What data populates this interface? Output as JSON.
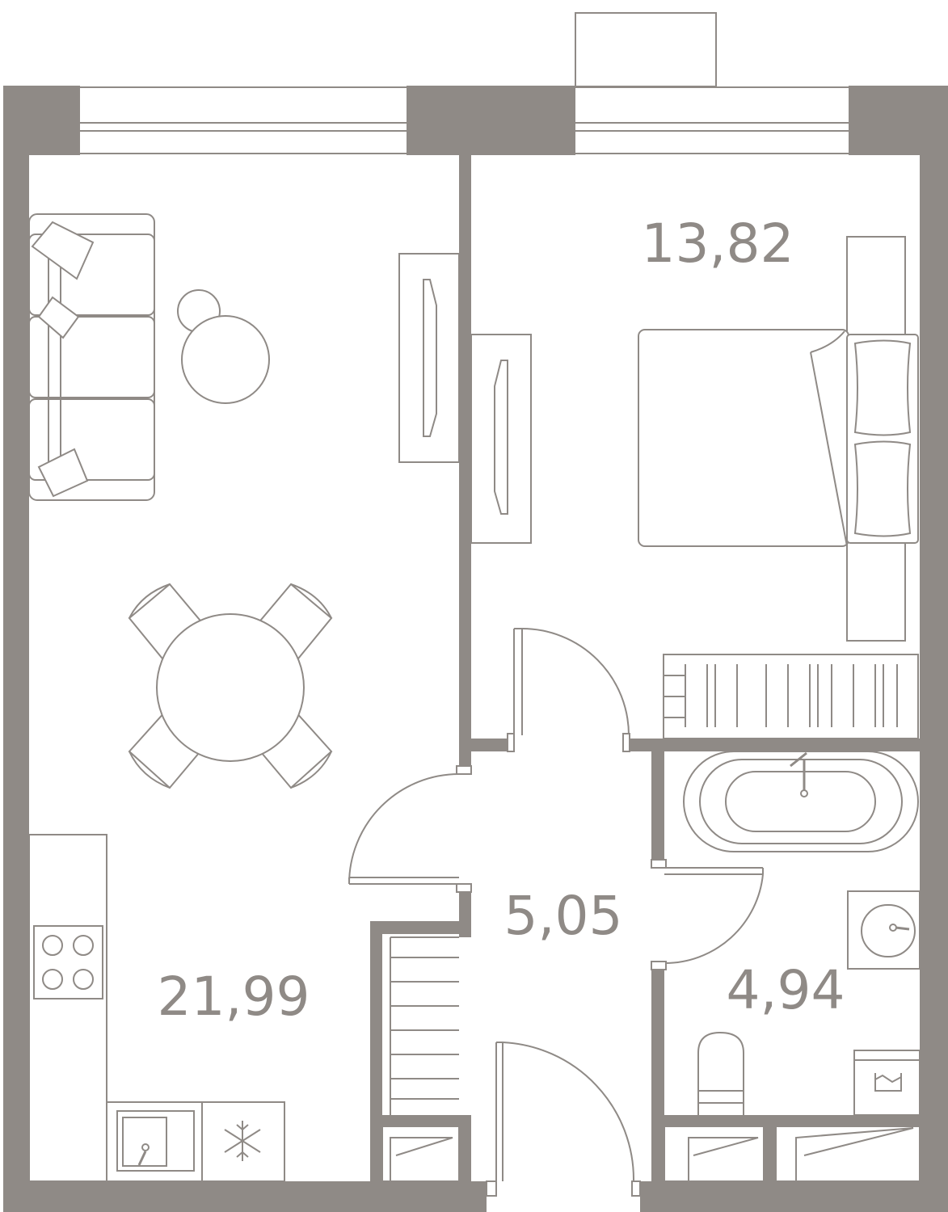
{
  "rooms": {
    "living_kitchen": {
      "area": "21,99"
    },
    "bedroom": {
      "area": "13,82"
    },
    "hallway": {
      "area": "5,05"
    },
    "bathroom": {
      "area": "4,94"
    }
  },
  "colors": {
    "wall": "#8f8a86",
    "background": "#ffffff"
  },
  "icons": [
    "sofa-icon",
    "pouf-icon",
    "armchair-icon",
    "tv-cabinet-icon",
    "dining-table-icon",
    "chair-icon",
    "cooktop-icon",
    "sink-icon",
    "fridge-icon",
    "wardrobe-icon",
    "bed-icon",
    "pillow-icon",
    "bathtub-icon",
    "washbasin-icon",
    "toilet-icon",
    "washing-machine-icon",
    "shelf-icon",
    "door-swing-icon",
    "balcony-icon"
  ]
}
